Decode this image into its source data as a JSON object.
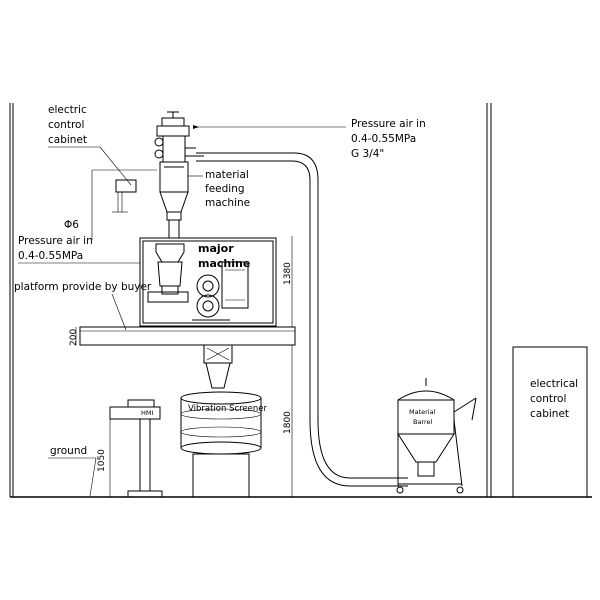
{
  "labels": {
    "electric_cabinet": [
      "electric",
      "control",
      "cabinet"
    ],
    "pressure_air_top": [
      "Pressure air in",
      "0.4-0.55MPa",
      "G 3/4\""
    ],
    "feeding_machine": [
      "material",
      "feeding",
      "machine"
    ],
    "phi": "Φ6",
    "pressure_air_left": [
      "Pressure air in",
      "0.4-0.55MPa"
    ],
    "major_machine": [
      "major",
      "machine"
    ],
    "platform": "platform provide by buyer",
    "ground": "ground",
    "hmi": "HMI",
    "vibration_screener": "Vibration Screener",
    "material_barrel": [
      "Material",
      "Barrel"
    ],
    "electrical_cabinet": [
      "electrical",
      "control",
      "cabinet"
    ]
  },
  "dimensions": {
    "platform_thickness": "200",
    "height_1380": "1380",
    "height_1800": "1800",
    "height_1050": "1050"
  }
}
